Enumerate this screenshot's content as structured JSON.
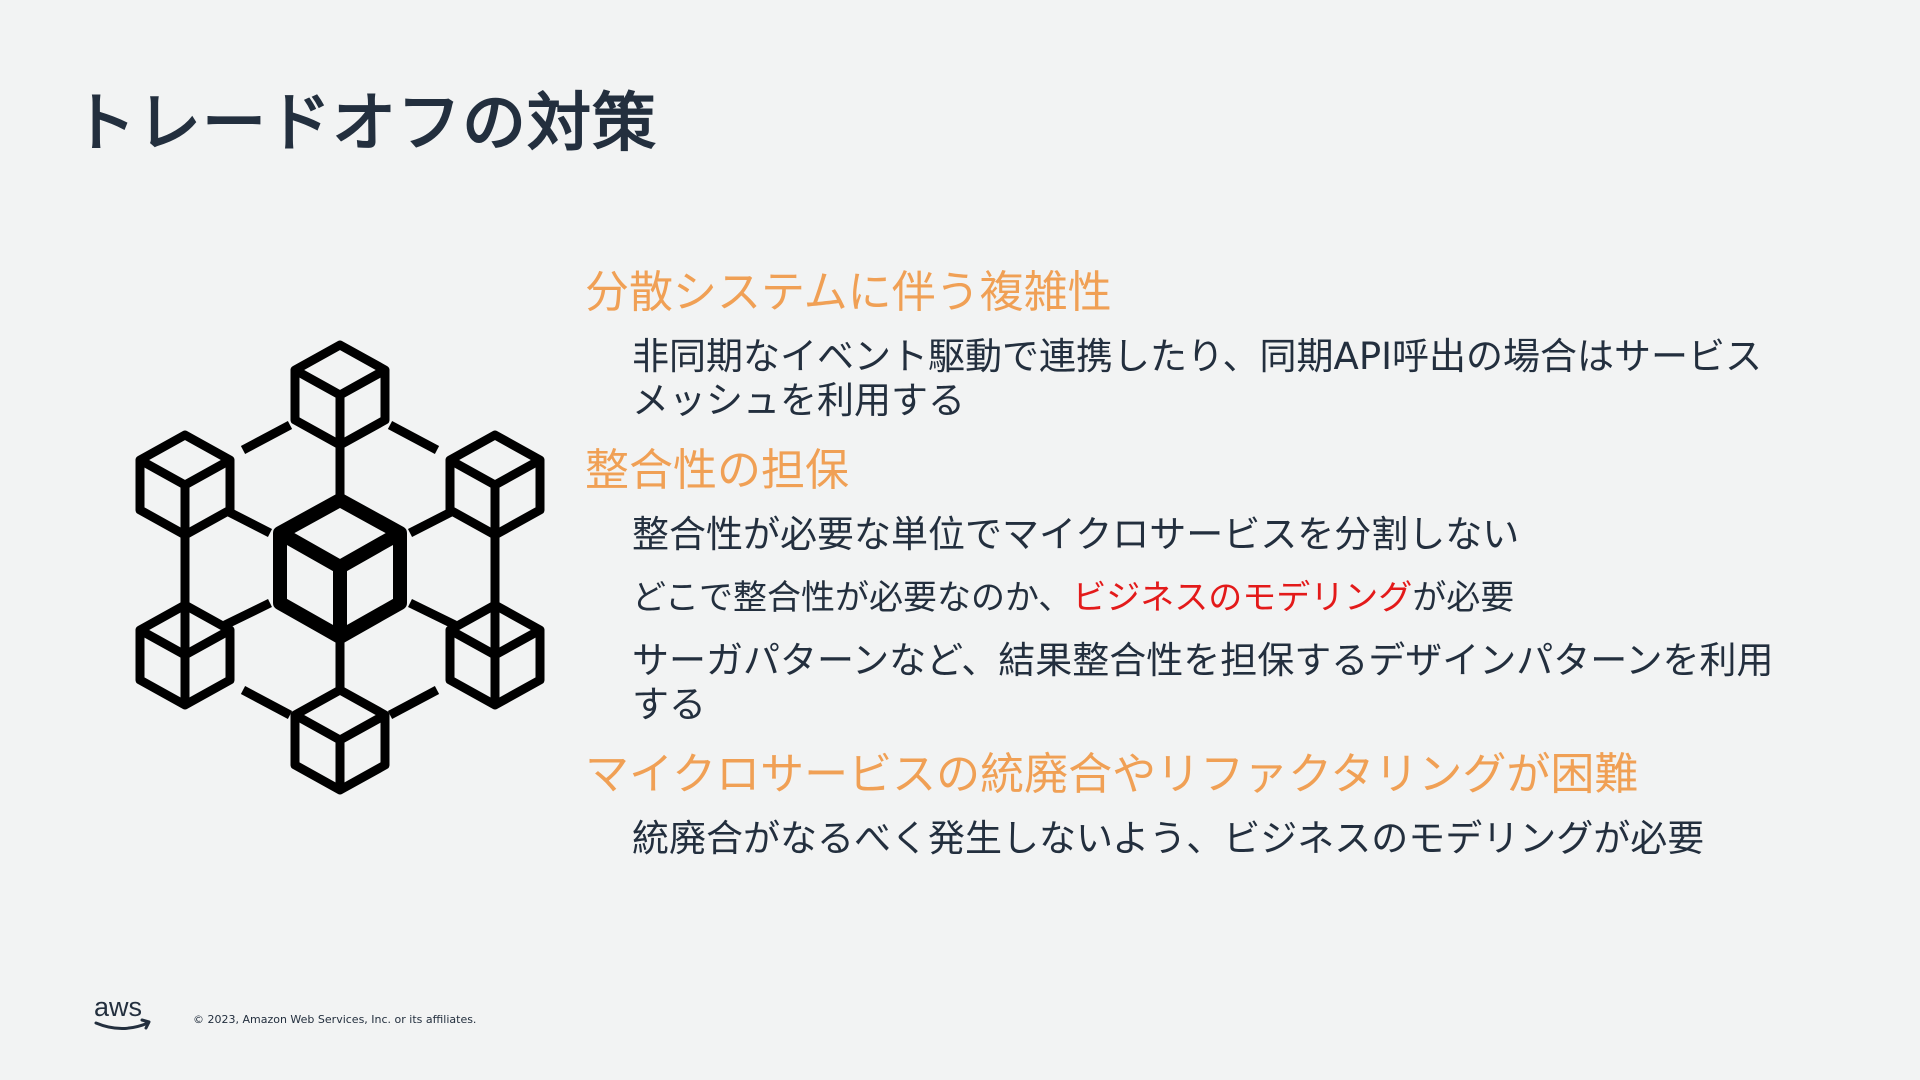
{
  "slide": {
    "title": "トレードオフの対策"
  },
  "graphic": {
    "icon": "blockchain-cubes-icon"
  },
  "sections": [
    {
      "heading": "分散システムに伴う複雑性",
      "bullets": [
        "非同期なイベント駆動で連携したり、同期API呼出の場合はサービスメッシュを利用する"
      ]
    },
    {
      "heading": "整合性の担保",
      "bullets": [
        "整合性が必要な単位でマイクロサービスを分割しない",
        "サーガパターンなど、結果整合性を担保するデザインパターンを利用する"
      ],
      "mixed_bullet": {
        "before": "どこで整合性が必要なのか、",
        "highlight": "ビジネスのモデリング",
        "after": "が必要"
      }
    },
    {
      "heading": "マイクロサービスの統廃合やリファクタリングが困難",
      "bullets": [
        "統廃合がなるべく発生しないよう、ビジネスのモデリングが必要"
      ]
    }
  ],
  "footer": {
    "logo_text": "aws",
    "copyright": "© 2023, Amazon Web Services, Inc. or its affiliates."
  },
  "colors": {
    "heading": "#f0a055",
    "body": "#232f3e",
    "highlight": "#e31a1a",
    "background": "#f2f3f3"
  }
}
